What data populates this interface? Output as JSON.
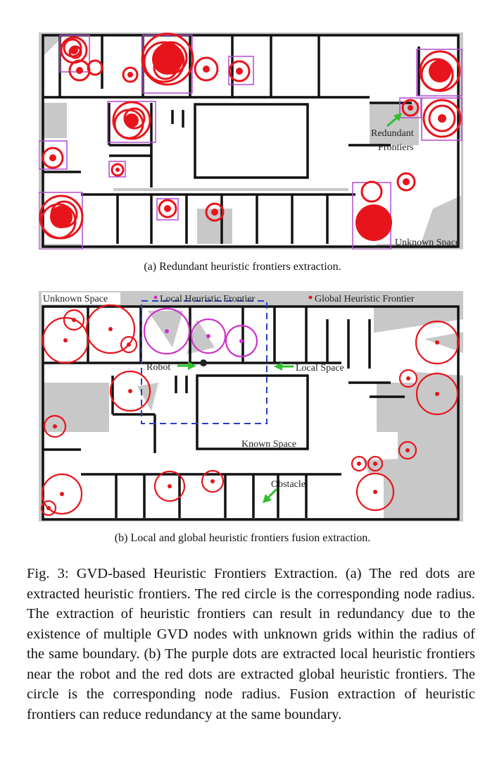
{
  "figure_a": {
    "caption": "(a) Redundant heuristic frontiers extraction.",
    "labels": {
      "redundant_line1": "Redundant",
      "redundant_line2": "Frontiers",
      "unknown_space": "Unknown Space"
    }
  },
  "figure_b": {
    "caption": "(b) Local and global heuristic frontiers fusion extraction.",
    "labels": {
      "unknown_space": "Unknown Space",
      "local_frontier_legend": "Local Heuristic Frontier",
      "global_frontier_legend": "Global Heuristic Frontier",
      "robot": "Robot",
      "local_space": "Local Space",
      "known_space": "Known Space",
      "obstacle": "Obstacle"
    }
  },
  "main_caption": {
    "label": "Fig. 3:",
    "text": "GVD-based Heuristic Frontiers Extraction. (a) The red dots are extracted heuristic frontiers. The red circle is the corresponding node radius. The extraction of heuristic frontiers can result in redundancy due to the existence of multiple GVD nodes with unknown grids within the radius of the same boundary. (b) The purple dots are extracted local heuristic frontiers near the robot and the red dots are extracted global heuristic frontiers. The circle is the corresponding node radius. Fusion extraction of heuristic frontiers can reduce redundancy at the same boundary."
  },
  "colors": {
    "frontier_red": "#e8141c",
    "local_purple": "#cc33cc",
    "box_purple": "#b04ad0",
    "arrow_green": "#2fbf2f",
    "local_space_blue": "#2a3dbf",
    "unknown_gray": "#c8c8c8",
    "wall_black": "#111111"
  }
}
